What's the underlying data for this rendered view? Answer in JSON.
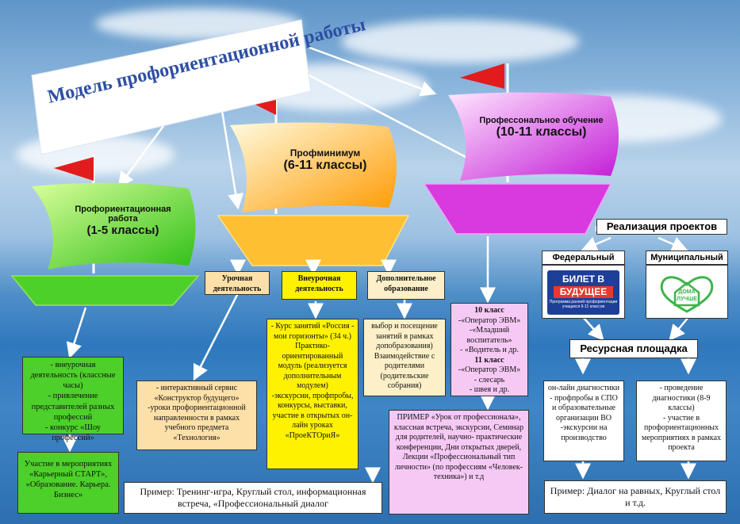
{
  "title": "Модель профориентационной работы",
  "ships": [
    {
      "label": "Профориентационная работа",
      "grades": "(1-5 классы)"
    },
    {
      "label": "Профминимум",
      "grades": "(6-11 классы)"
    },
    {
      "label": "Профессональное обучение",
      "grades": "(10-11 классы)"
    }
  ],
  "green": {
    "box1": [
      "- внеурочная деятельность (классные часы)",
      "- привлечение представителей разных профессий",
      "- конкурс «Шоу профессий»"
    ],
    "box2": "Участие в мероприятиях «Карьерный СТАРТ», «Образование. Карьера. Бизнес»"
  },
  "mid": {
    "urochnaya": "Урочная деятельность",
    "vneurochnaya": "Внеурочная деятельность",
    "dop": "Дополнительное образование",
    "urochnaya_box": [
      "- интерактивный сервис «Конструктор будущего»",
      "-уроки профориентационной направленности в рамках учебного предмета «Технология»"
    ],
    "vneurochnaya_box": [
      "- Курс занятий «Россия - мои горизонты» (34 ч.)",
      "Практико-ориентированный модуль (реализуется дополнительным модулем)",
      "-экскурсии, профпробы, конкурсы, выставки, участие в открытых он-лайн уроках «ПроеКТОриЯ»"
    ],
    "dop_box": [
      "выбор и посещение занятий в рамках допобразования)",
      "Взаимодействие с родителями (родительские собрания)"
    ],
    "example": "Пример: Тренинг-игра, Круглый стол, информационная встреча, «Профессиональный диалог"
  },
  "right": {
    "classes_box": [
      "10 класс",
      "-«Оператор ЭВМ»",
      "-«Младший воспитатель»",
      "- «Водитель и др.",
      "11 класс",
      "-«Оператор ЭВМ»",
      "- слесарь",
      "- швея и др."
    ],
    "example_box": "ПРИМЕР «Урок от профессионала», классная встреча, экскурсии, Семинар для родителей, научно- практические конференции, Дни открытых дверей, Лекции «Профессиональный тип личности» (по профессиям «Человек- техника») и т.д",
    "projects": "Реализация проектов",
    "federal": "Федеральный",
    "municipal": "Муниципальный",
    "logo_federal_line1": "БИЛЕТ В",
    "logo_federal_line2": "БУДУЩЕЕ",
    "logo_federal_small": "Программа ранней профориентации учащихся 6-11 классов",
    "logo_municipal_line1": "ДОМА",
    "logo_municipal_line2": "ЛУЧШЕ",
    "resource": "Ресурсная площадка",
    "online_box": [
      "он-лайн диагностики",
      "- профпробы в СПО и образовательные организации ВО",
      "-экскурсии на производство"
    ],
    "diag_box": [
      "- проведение диагностики (8-9 классы)",
      "- участие в профориентационных мероприятиях в рамках проекта"
    ],
    "example": "Пример: Диалог на равных, Круглый стол и т.д."
  },
  "colors": {
    "green": "#4dd02a",
    "yellow": "#fff200",
    "pink": "#f6c9f5",
    "flag": "#e21c1c"
  }
}
